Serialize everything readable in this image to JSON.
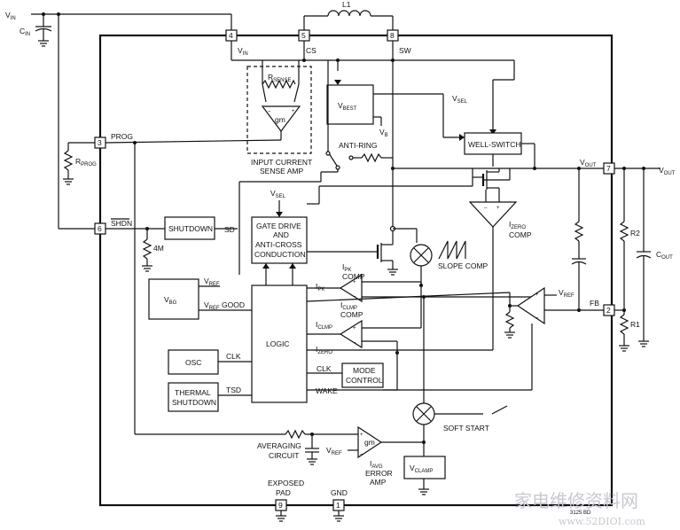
{
  "pins": {
    "vin": "4",
    "cs": "5",
    "sw": "8",
    "prog": "3",
    "shdn": "6",
    "vout": "7",
    "fb": "2",
    "exposed_pad": "9",
    "gnd": "1"
  },
  "pin_labels": {
    "vin": "V",
    "vin_sub": "IN",
    "cs": "CS",
    "sw": "SW",
    "prog": "PROG",
    "shdn": "SHDN",
    "vout": "V",
    "vout_sub": "OUT",
    "fb": "FB",
    "exposed_pad_1": "EXPOSED",
    "exposed_pad_2": "PAD",
    "gnd": "GND"
  },
  "external": {
    "vin": "V",
    "vin_sub": "IN",
    "cin": "C",
    "cin_sub": "IN",
    "rprog": "R",
    "rprog_sub": "PROG",
    "l1": "L1",
    "vout": "V",
    "vout_sub": "OUT",
    "r2": "R2",
    "r1": "R1",
    "cout": "C",
    "cout_sub": "OUT"
  },
  "blocks": {
    "rsense": "R",
    "rsense_sub": "SENSE",
    "gm": "gm",
    "input_sense_1": "INPUT CURRENT",
    "input_sense_2": "SENSE AMP",
    "vbest": "V",
    "vbest_sub": "BEST",
    "vb": "V",
    "vb_sub": "B",
    "vsel": "V",
    "vsel_sub": "SEL",
    "well_switch": "WELL-SWITCH",
    "anti_ring": "ANTI-RING",
    "izero_comp_1": "I",
    "izero_comp_sub": "ZERO",
    "izero_comp_2": "COMP",
    "gate_vsel": "V",
    "gate_vsel_sub": "SEL",
    "gate_drive_1": "GATE DRIVE",
    "gate_drive_2": "AND",
    "gate_drive_3": "ANTI-CROSS",
    "gate_drive_4": "CONDUCTION",
    "shutdown": "SHUTDOWN",
    "sd": "SD",
    "r4m": "4M",
    "slope_comp": "SLOPE COMP",
    "vbg": "V",
    "vbg_sub": "BG",
    "vref_out": "V",
    "vref_out_sub": "REF",
    "vref_good": "V",
    "vref_good_sub": "REF",
    "vref_good_tail": " GOOD",
    "ipk_comp_1": "I",
    "ipk_comp_sub": "PK",
    "ipk_comp_2": "COMP",
    "ipk": "I",
    "ipk_sub": "PK",
    "iclmp_comp_1": "I",
    "iclmp_comp_sub": "CLMP",
    "iclmp_comp_2": "COMP",
    "iclmp": "I",
    "iclmp_sub": "CLMP",
    "izero": "I",
    "izero_sub": "ZERO",
    "err_vref": "V",
    "err_vref_sub": "REF",
    "logic": "LOGIC",
    "osc": "OSC",
    "clk": "CLK",
    "thermal_1": "THERMAL",
    "thermal_2": "SHUTDOWN",
    "tsd": "TSD",
    "clk2": "CLK",
    "mode_control_1": "MODE",
    "mode_control_2": "CONTROL",
    "wake": "WAKE",
    "soft_start": "SOFT START",
    "averaging_1": "AVERAGING",
    "averaging_2": "CIRCUIT",
    "avg_vref": "V",
    "avg_vref_sub": "REF",
    "avg_gm": "gm",
    "iavg_1": "I",
    "iavg_sub": "AVG",
    "iavg_2": "ERROR",
    "iavg_3": "AMP",
    "vclamp": "V",
    "vclamp_sub": "CLAMP",
    "fig_id": "3125 BD"
  },
  "watermark": {
    "line1": "家电维修资料网",
    "line2": "www.52DIOI.com"
  }
}
